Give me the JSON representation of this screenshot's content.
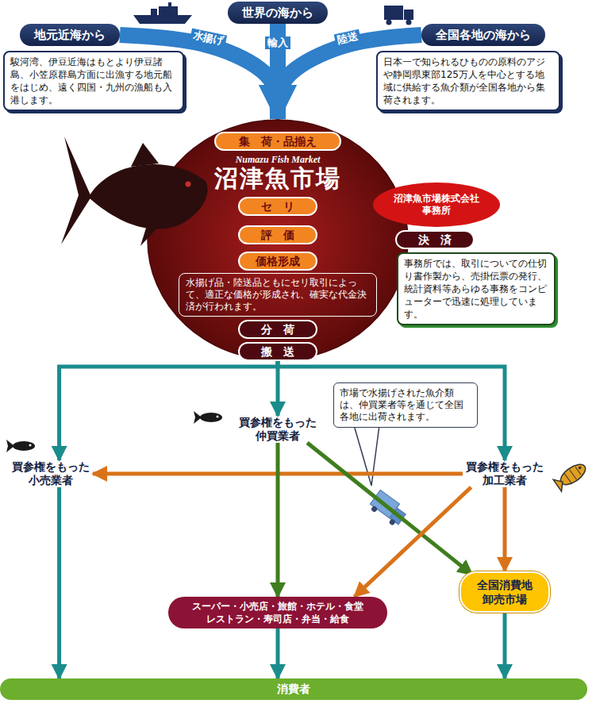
{
  "diagram": {
    "nodes": [
      {
        "text": [
          "世界の海から"
        ]
      },
      {
        "text": [
          "地元近海から"
        ]
      },
      {
        "text": [
          "駿河湾、伊豆近海はもとより伊豆諸島、小笠原群島方面に出漁する地元船をはじめ、遠く四国・九州の漁船も入港します。"
        ]
      },
      {
        "text": [
          "全国各地の海から"
        ]
      },
      {
        "text": [
          "日本一で知られるひものの原料のアジや静岡県東部125万人を中心とする地域に供給する魚介類が全国各地から集荷されます。"
        ]
      },
      {
        "text": [
          "Numazu Fish Market",
          "沼津魚市場"
        ]
      },
      {
        "text": [
          "集　荷・品揃え"
        ],
        "in": 5
      },
      {
        "text": [
          "セ　リ"
        ],
        "in": 5
      },
      {
        "text": [
          "評　価"
        ],
        "in": 5
      },
      {
        "text": [
          "価格形成"
        ],
        "in": 5
      },
      {
        "text": [
          "水揚げ品・陸送品ともにセリ取引によって、適正な価格が形成され、確実な代金決済が行われます。"
        ],
        "in": 5
      },
      {
        "text": [
          "分　荷"
        ],
        "in": 5
      },
      {
        "text": [
          "搬　送"
        ],
        "in": 5
      },
      {
        "text": [
          "沼津魚市場株式会社 事務所"
        ]
      },
      {
        "text": [
          "決　済"
        ]
      },
      {
        "text": [
          "事務所では、取引についての仕切り書作製から、売掛伝票の発行、統計資料等あらゆる事務をコンピューターで迅速に処理しています。"
        ]
      },
      {
        "text": [
          "市場で水揚げされた魚介類は、仲買業者等を通じて全国各地に出荷されます。"
        ]
      },
      {
        "text": [
          "買参権をもった仲買業者"
        ]
      },
      {
        "text": [
          "買参権をもった小売業者"
        ]
      },
      {
        "text": [
          "買参権をもった加工業者"
        ]
      },
      {
        "text": [
          "全国消費地卸売市場"
        ]
      },
      {
        "text": [
          "スーパー・小売店・旅館・ホテル・食堂 レストラン・寿司店・弁当・給食"
        ]
      },
      {
        "text": [
          "消費者"
        ]
      }
    ],
    "edges": [
      {
        "from": 1,
        "to": 5,
        "label": "水揚げ",
        "arrow": "to"
      },
      {
        "from": 0,
        "to": 5,
        "label": "輸入",
        "arrow": "to"
      },
      {
        "from": 3,
        "to": 5,
        "label": "陸送",
        "arrow": "to"
      },
      {
        "from": 12,
        "to": 18,
        "arrow": "to"
      },
      {
        "from": 12,
        "to": 17,
        "arrow": "to"
      },
      {
        "from": 12,
        "to": 19,
        "arrow": "to"
      },
      {
        "from": 19,
        "to": 18,
        "arrow": "to"
      },
      {
        "from": 17,
        "to": 21,
        "arrow": "to"
      },
      {
        "from": 17,
        "to": 20,
        "arrow": "to"
      },
      {
        "from": 19,
        "to": 21,
        "arrow": "to"
      },
      {
        "from": 19,
        "to": 20,
        "arrow": "to"
      },
      {
        "from": 18,
        "to": 22,
        "arrow": "to"
      },
      {
        "from": 21,
        "to": 22,
        "arrow": "to"
      },
      {
        "from": 20,
        "to": 22,
        "arrow": "to"
      }
    ]
  }
}
